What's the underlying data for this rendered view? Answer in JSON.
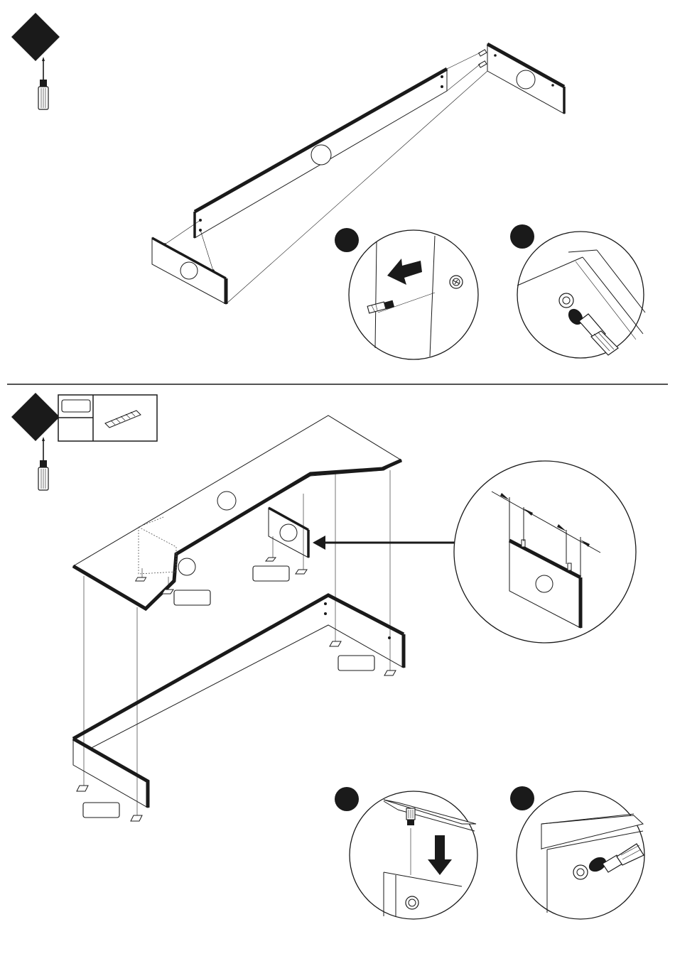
{
  "document": {
    "type": "assembly-instructions-page",
    "colors": {
      "ink": "#1a1a1a",
      "paper": "#ffffff"
    },
    "steps": [
      {
        "id": "top",
        "tool_icon": "screwdriver-icon",
        "step_marker": "black-diamond",
        "detail_callouts": [
          "cam-dowel-insert-detail",
          "cam-lock-tighten-detail"
        ]
      },
      {
        "id": "bottom",
        "tool_icon": "screwdriver-icon",
        "step_marker": "black-diamond",
        "parts_box": {
          "item_icons": [
            "part-label-icon",
            "cam-strip-icon"
          ]
        },
        "detail_callouts": [
          "panel-spacing-detail",
          "screw-down-detail",
          "cam-lock-tighten-detail"
        ]
      }
    ]
  }
}
